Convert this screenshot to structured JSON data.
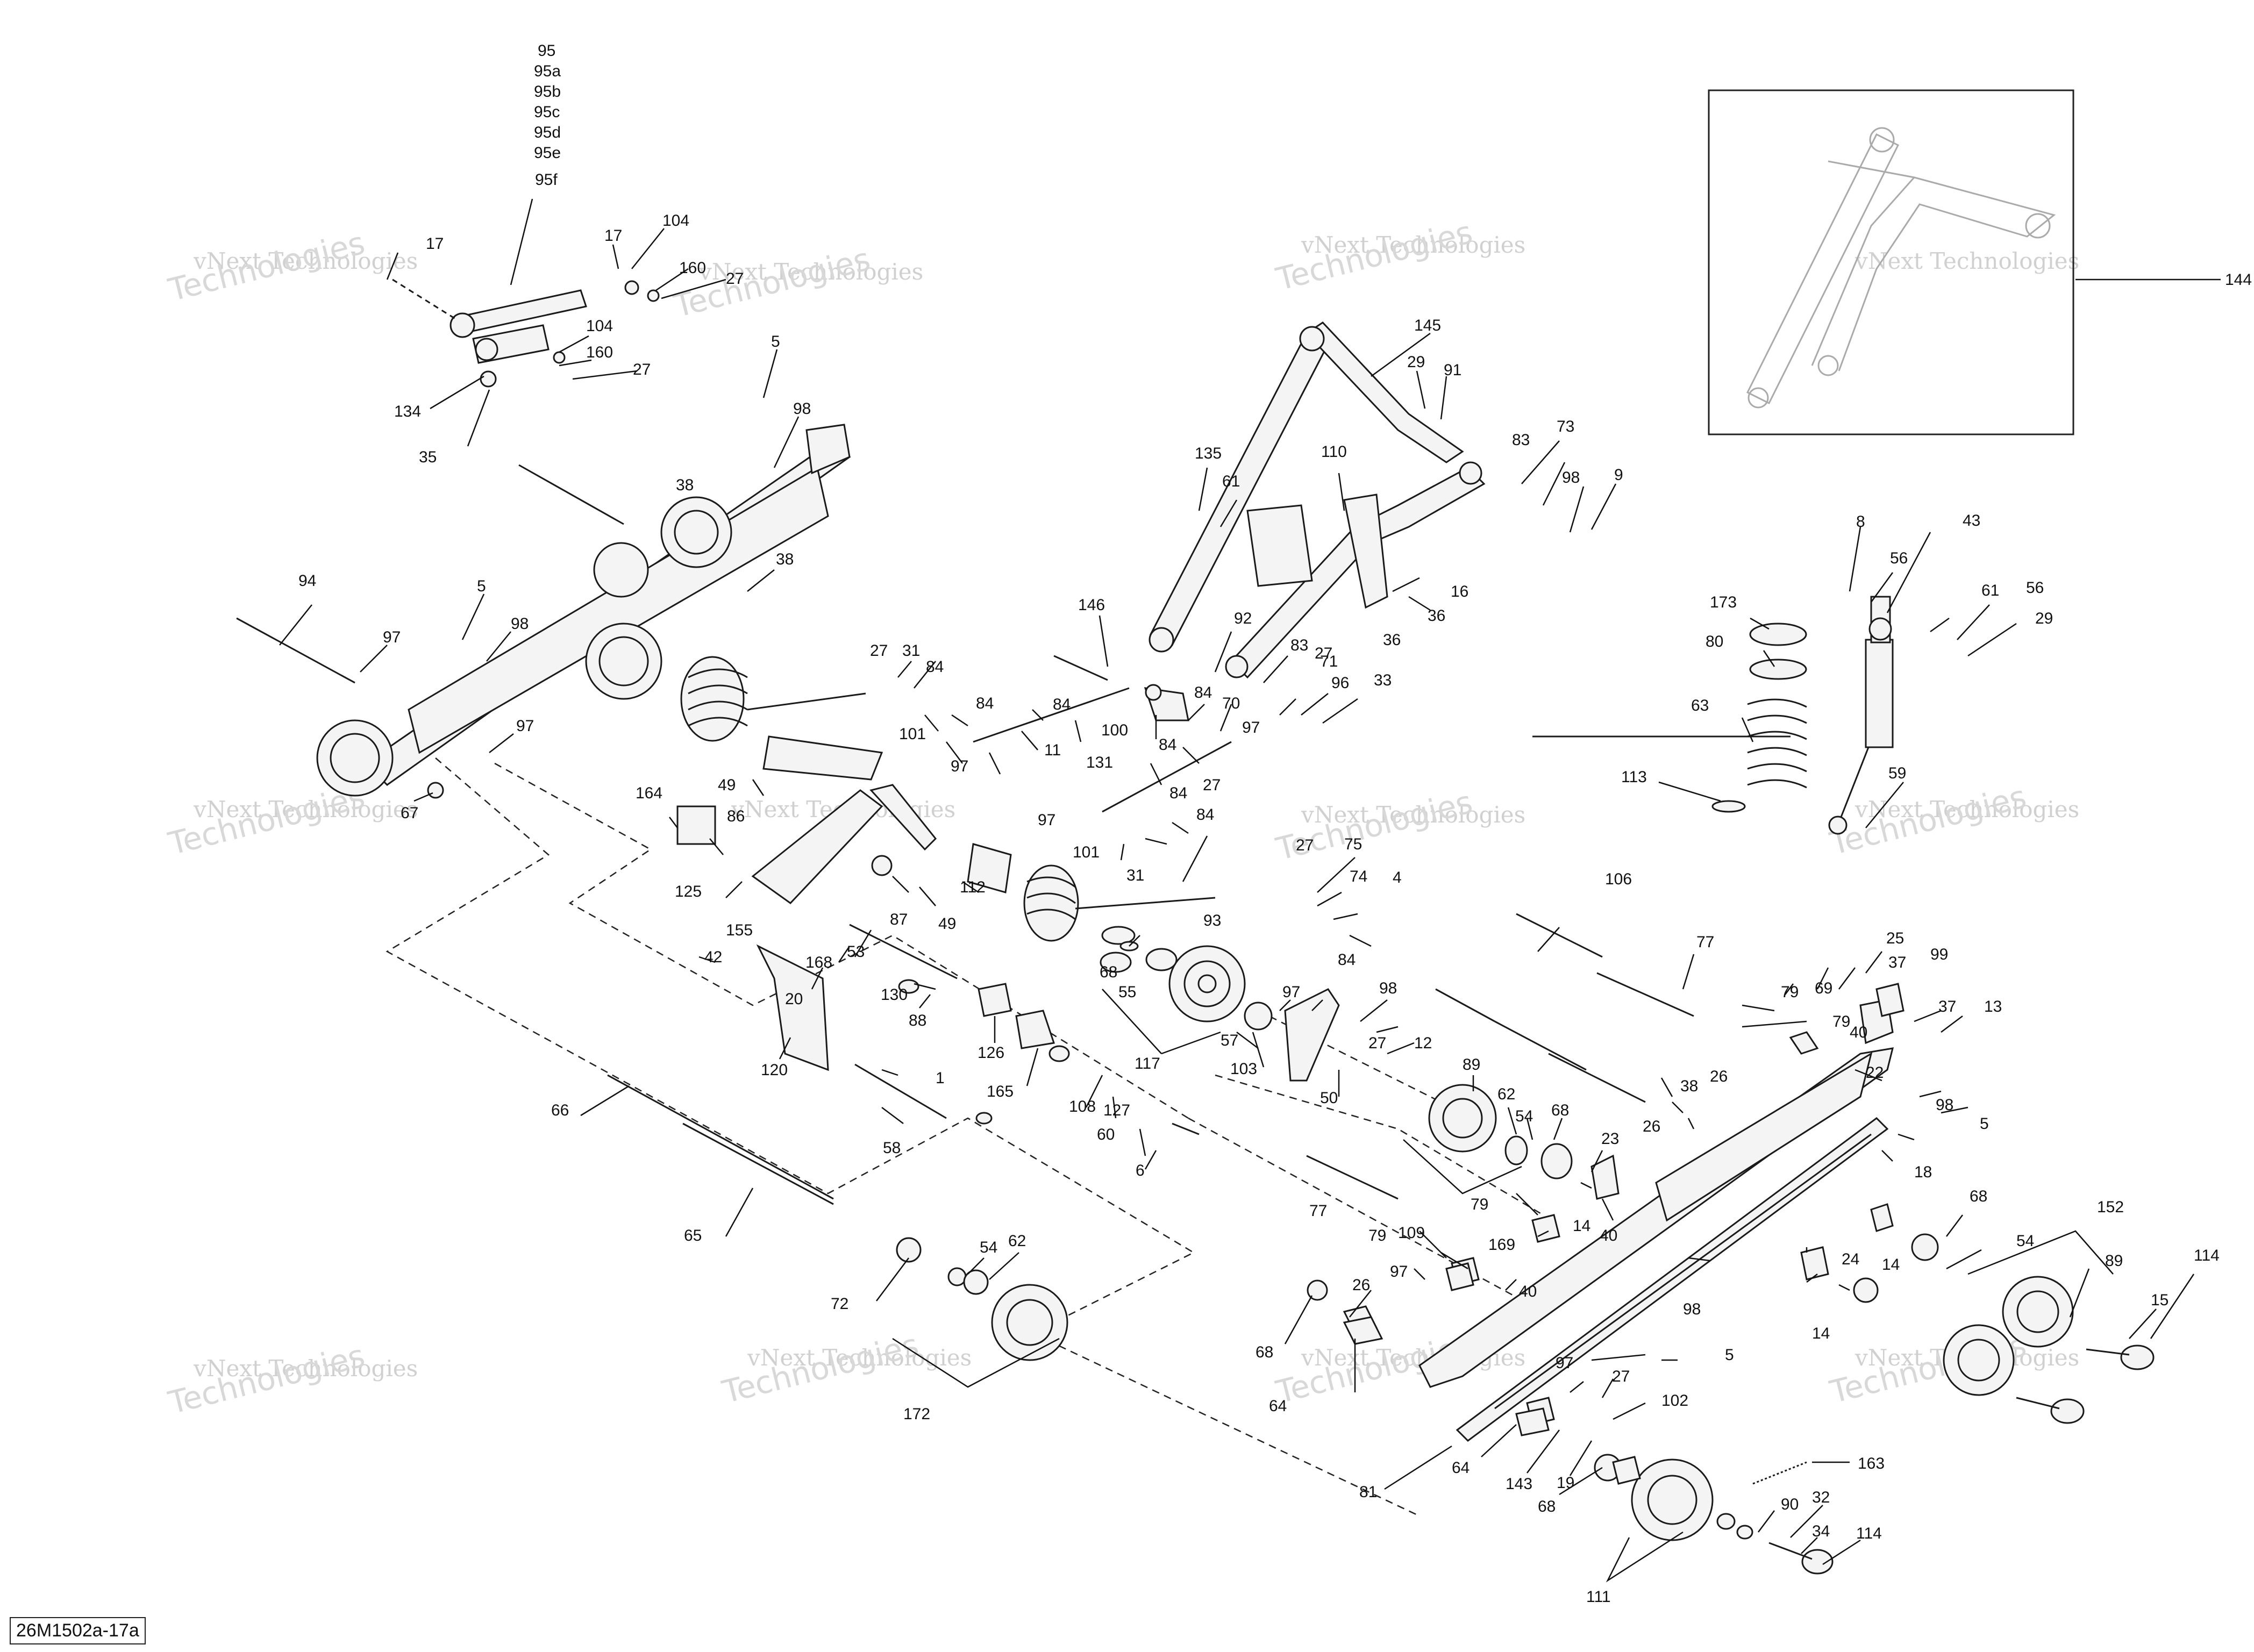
{
  "diagram_code": "26M1502a-17a",
  "watermark": {
    "line1": "vNext Technologies",
    "line2": "Technologies"
  },
  "callouts": {
    "c95": [
      "95",
      "95a",
      "95b",
      "95c",
      "95d",
      "95e",
      "95f"
    ],
    "c17a": "17",
    "c17b": "17",
    "c104a": "104",
    "c104b": "104",
    "c160a": "160",
    "c160b": "160",
    "c27a": "27",
    "c27b": "27",
    "c134": "134",
    "c35": "35",
    "c5a": "5",
    "c98a": "98",
    "c38a": "38",
    "c38b": "38",
    "c94": "94",
    "c5b": "5",
    "c98b": "98",
    "c97a": "97",
    "c97b": "97",
    "c67": "67",
    "c145": "145",
    "c29a": "29",
    "c91": "91",
    "c83a": "83",
    "c73": "73",
    "c98c": "98",
    "c9": "9",
    "c135": "135",
    "c61a": "61",
    "c110": "110",
    "c16": "16",
    "c36a": "36",
    "c36b": "36",
    "c144": "144",
    "c8": "8",
    "c56a": "56",
    "c43": "43",
    "c61b": "61",
    "c56b": "56",
    "c29b": "29",
    "c173": "173",
    "c80": "80",
    "c63": "63",
    "c113": "113",
    "c59": "59",
    "c146": "146",
    "c92": "92",
    "c27c": "27",
    "c83b": "83",
    "c71": "71",
    "c96": "96",
    "c33": "33",
    "c70": "70",
    "c84a": "84",
    "c84b": "84",
    "c84c": "84",
    "c84d": "84",
    "c84e": "84",
    "c84f": "84",
    "c84g": "84",
    "c100": "100",
    "c97c": "97",
    "c97d": "97",
    "c131": "131",
    "c27d": "27",
    "c31a": "31",
    "c101a": "101",
    "c11": "11",
    "c97e": "97",
    "c27e": "27",
    "c101b": "101",
    "c31b": "31",
    "c164": "164",
    "c49a": "49",
    "c86": "86",
    "c125": "125",
    "c155": "155",
    "c87": "87",
    "c49b": "49",
    "c112": "112",
    "c27f": "27",
    "c75": "75",
    "c74": "74",
    "c4": "4",
    "c93": "93",
    "c68a": "68",
    "c55": "55",
    "c106": "106",
    "c77a": "77",
    "c42": "42",
    "c20": "20",
    "c168": "168",
    "c53": "53",
    "c120": "120",
    "c130": "130",
    "c88": "88",
    "c126": "126",
    "c165": "165",
    "c108": "108",
    "c127": "127",
    "c60": "60",
    "c1": "1",
    "c117": "117",
    "c57": "57",
    "c103": "103",
    "c97f": "97",
    "c84h": "84",
    "c98d": "98",
    "c27g": "27",
    "c12": "12",
    "c50": "50",
    "c89a": "89",
    "c62a": "62",
    "c54a": "54",
    "c68b": "68",
    "c66": "66",
    "c58": "58",
    "c6": "6",
    "c65": "65",
    "c79a": "79",
    "c69": "69",
    "c25": "25",
    "c37a": "37",
    "c99": "99",
    "c37b": "37",
    "c13": "13",
    "c79b": "79",
    "c40a": "40",
    "c22": "22",
    "c38c": "38",
    "c26a": "26",
    "c26b": "26",
    "c98e": "98",
    "c5c": "5",
    "c18": "18",
    "c23": "23",
    "c14a": "14",
    "c40b": "40",
    "c77b": "77",
    "c79c": "79",
    "c109": "109",
    "c169": "169",
    "c79d": "79",
    "c97g": "97",
    "c40c": "40",
    "c24": "24",
    "c14b": "14",
    "c14c": "14",
    "c68c": "68",
    "c152": "152",
    "c54b": "54",
    "c89b": "89",
    "c114a": "114",
    "c15": "15",
    "c72": "72",
    "c54c": "54",
    "c62b": "62",
    "c172": "172",
    "c68d": "68",
    "c26c": "26",
    "c64a": "64",
    "c98f": "98",
    "c5d": "5",
    "c97h": "97",
    "c27h": "27",
    "c102": "102",
    "c81": "81",
    "c64b": "64",
    "c143": "143",
    "c19": "19",
    "c163": "163",
    "c68e": "68",
    "c90": "90",
    "c32": "32",
    "c34": "34",
    "c114b": "114",
    "c111": "111"
  }
}
